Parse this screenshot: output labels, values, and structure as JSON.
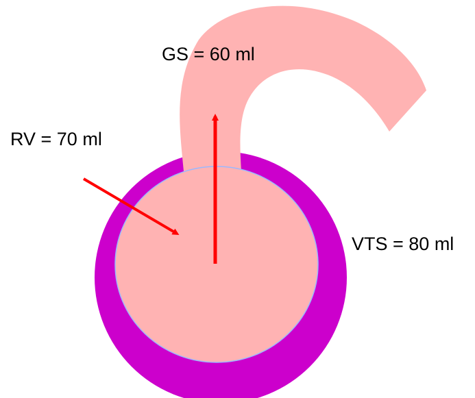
{
  "labels": {
    "gs": "GS = 60 ml",
    "rv": "RV = 70 ml",
    "vts": "VTS = 80 ml"
  },
  "colors": {
    "background": "#ffffff",
    "ventricle_wall": "#cc00cc",
    "ventricle_cavity": "#ffb3b3",
    "cavity_outline": "#9ab8ff",
    "vessel": "#ffb3b3",
    "arrow": "#ff0000",
    "text": "#000000"
  }
}
